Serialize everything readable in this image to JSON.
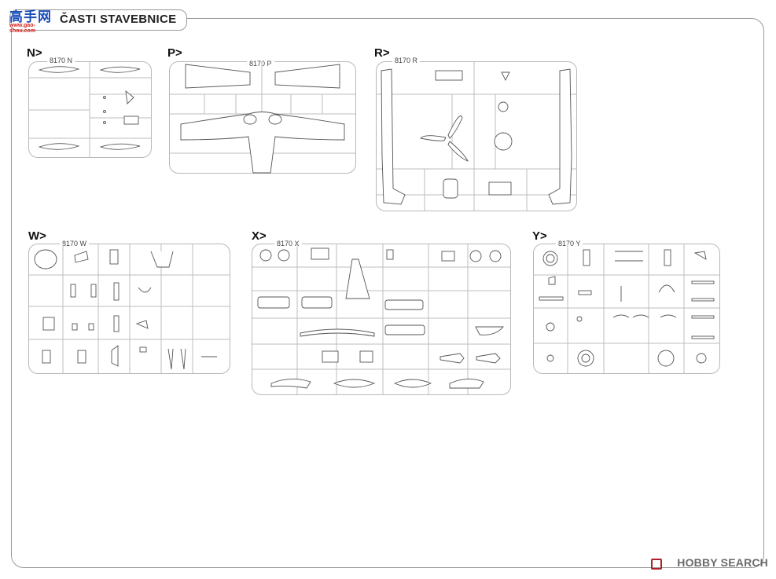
{
  "header": {
    "title": "ČASTI STAVEBNICE",
    "logo_cn": "高手网",
    "logo_url": "www.gao-shou.com"
  },
  "sprues": [
    {
      "id": "N",
      "label": "N>",
      "code": "8170 N"
    },
    {
      "id": "P",
      "label": "P>",
      "code": "8170 P"
    },
    {
      "id": "R",
      "label": "R>",
      "code": "8170 R"
    },
    {
      "id": "W",
      "label": "W>",
      "code": "8170 W"
    },
    {
      "id": "X",
      "label": "X>",
      "code": "8170 X"
    },
    {
      "id": "Y",
      "label": "Y>",
      "code": "8170 Y"
    }
  ],
  "watermark": "HOBBY SEARCH"
}
